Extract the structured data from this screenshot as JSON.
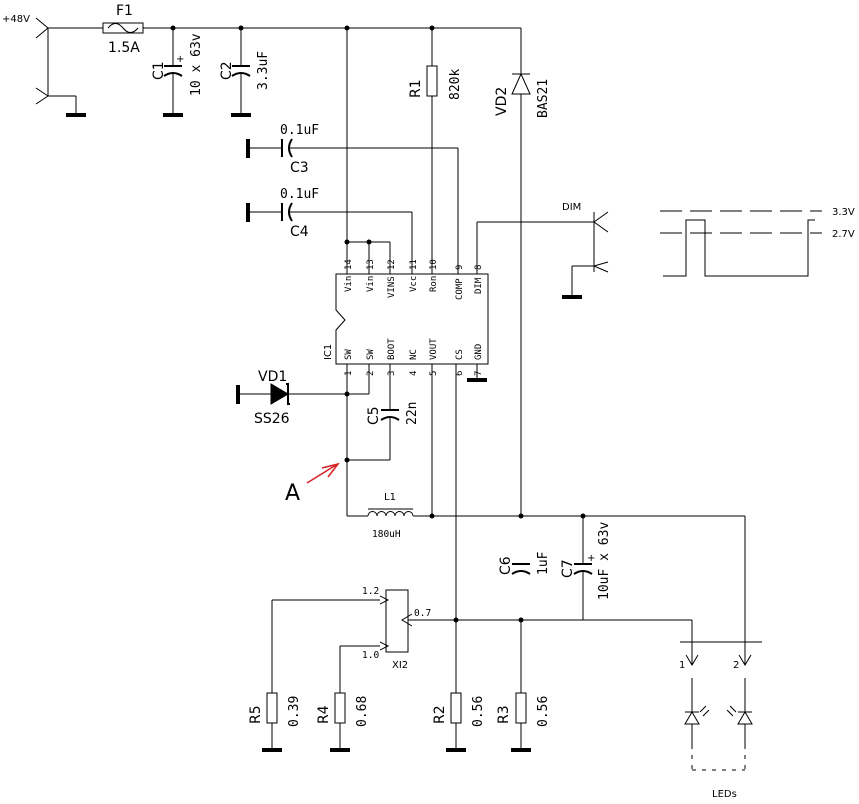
{
  "power": {
    "supply": "+48V"
  },
  "components": {
    "F1": {
      "ref": "F1",
      "value": "1.5A"
    },
    "C1": {
      "ref": "C1",
      "value": "10 x 63v"
    },
    "C2": {
      "ref": "C2",
      "value": "3.3uF"
    },
    "R1": {
      "ref": "R1",
      "value": "820k"
    },
    "VD2": {
      "ref": "VD2",
      "value": "BAS21"
    },
    "C3": {
      "ref": "C3",
      "value": "0.1uF"
    },
    "C4": {
      "ref": "C4",
      "value": "0.1uF"
    },
    "VD1": {
      "ref": "VD1",
      "value": "SS26"
    },
    "C5": {
      "ref": "C5",
      "value": "22n"
    },
    "L1": {
      "ref": "L1",
      "value": "180uH"
    },
    "C6": {
      "ref": "C6",
      "value": "1uF"
    },
    "C7": {
      "ref": "C7",
      "value": "10uF x 63v"
    },
    "R2": {
      "ref": "R2",
      "value": "0.56"
    },
    "R3": {
      "ref": "R3",
      "value": "0.56"
    },
    "R4": {
      "ref": "R4",
      "value": "0.68"
    },
    "R5": {
      "ref": "R5",
      "value": "0.39"
    },
    "XI2": {
      "ref": "XI2",
      "pin_1_2": "1.2",
      "pin_1_0": "1.0",
      "pin_0_7": "0.7"
    }
  },
  "ic1": {
    "ref": "IC1",
    "top_pins": [
      {
        "num": "14",
        "name": "Vin"
      },
      {
        "num": "13",
        "name": "Vin"
      },
      {
        "num": "12",
        "name": "VINS"
      },
      {
        "num": "11",
        "name": "Vcc"
      },
      {
        "num": "10",
        "name": "Ron"
      },
      {
        "num": "9",
        "name": "COMP"
      },
      {
        "num": "8",
        "name": "DIM"
      }
    ],
    "bottom_pins": [
      {
        "num": "1",
        "name": "SW"
      },
      {
        "num": "2",
        "name": "SW"
      },
      {
        "num": "3",
        "name": "BOOT"
      },
      {
        "num": "4",
        "name": "NC"
      },
      {
        "num": "5",
        "name": "VOUT"
      },
      {
        "num": "6",
        "name": "CS"
      },
      {
        "num": "7",
        "name": "GND"
      }
    ]
  },
  "dim": {
    "label": "DIM",
    "level_high": "3.3V",
    "level_low": "2.7V"
  },
  "annotation": {
    "label": "A"
  },
  "leds": {
    "label": "LEDs",
    "pin1": "1",
    "pin2": "2"
  },
  "colors": {
    "wire": "#000000",
    "annotation_arrow": "#d42020",
    "background": "#ffffff"
  }
}
